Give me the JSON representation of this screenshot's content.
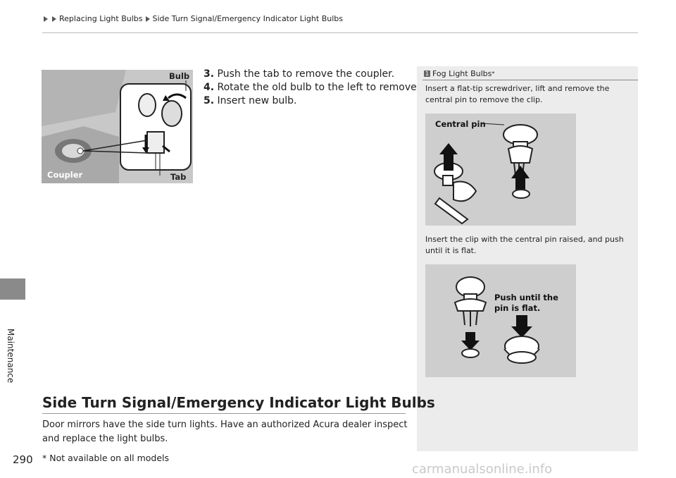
{
  "breadcrumb": {
    "item1": "Replacing Light Bulbs",
    "item2": "Side Turn Signal/Emergency Indicator Light Bulbs"
  },
  "side_tab": {
    "label": "Maintenance"
  },
  "photo": {
    "label_bulb": "Bulb",
    "label_coupler": "Coupler",
    "label_tab": "Tab"
  },
  "steps": [
    {
      "num": "3.",
      "text": "Push the tab to remove the coupler."
    },
    {
      "num": "4.",
      "text": "Rotate the old bulb to the left to remove."
    },
    {
      "num": "5.",
      "text": "Insert new bulb."
    }
  ],
  "note": {
    "title": "Fog Light Bulbs",
    "asterisk": "*",
    "text1": "Insert a flat-tip screwdriver, lift and remove the central pin to remove the clip.",
    "fig1_label": "Central pin",
    "text2": "Insert the clip with the central pin raised, and push until it is flat.",
    "fig2_label_line1": "Push until the",
    "fig2_label_line2": "pin is flat."
  },
  "section": {
    "heading": "Side Turn Signal/Emergency Indicator Light Bulbs",
    "body": "Door mirrors have the side turn lights. Have an authorized Acura dealer inspect and replace the light bulbs."
  },
  "footer": {
    "page_number": "290",
    "footnote": "* Not available on all models",
    "watermark": "carmanualsonline.info"
  },
  "colors": {
    "sidebar_bg": "#ececec",
    "figure_bg": "#cecece",
    "side_tab": "#8a8a8a"
  }
}
